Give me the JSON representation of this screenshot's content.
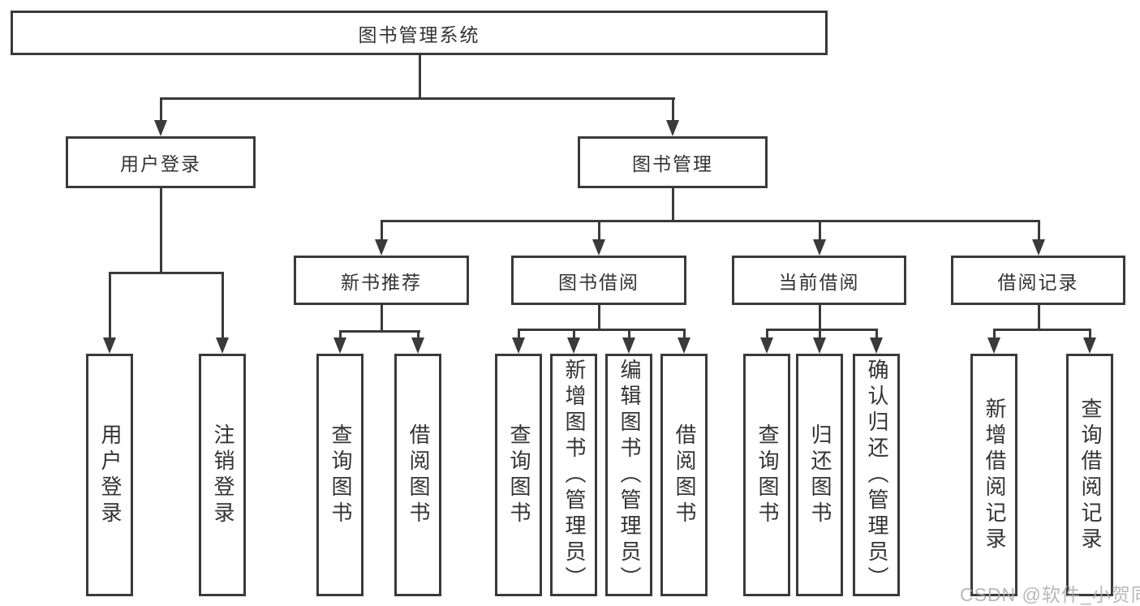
{
  "tree": {
    "root": "图书管理系统",
    "branches": [
      {
        "label": "用户登录",
        "leaves": [
          "用户登录",
          "注销登录"
        ]
      },
      {
        "label": "图书管理",
        "sections": [
          {
            "label": "新书推荐",
            "leaves": [
              "查询图书",
              "借阅图书"
            ]
          },
          {
            "label": "图书借阅",
            "leaves": [
              "查询图书",
              "新增图书（管理员）",
              "编辑图书（管理员）",
              "借阅图书"
            ]
          },
          {
            "label": "当前借阅",
            "leaves": [
              "查询图书",
              "归还图书",
              "确认归还（管理员）"
            ]
          },
          {
            "label": "借阅记录",
            "leaves": [
              "新增借阅记录",
              "查询借阅记录"
            ]
          }
        ]
      }
    ]
  },
  "watermark": {
    "text": "CSDN @软件_小贺同学"
  },
  "colors": {
    "line": "#3a3a3a",
    "text": "#333333",
    "watermark": "#aaaab2",
    "background": "#ffffff"
  }
}
